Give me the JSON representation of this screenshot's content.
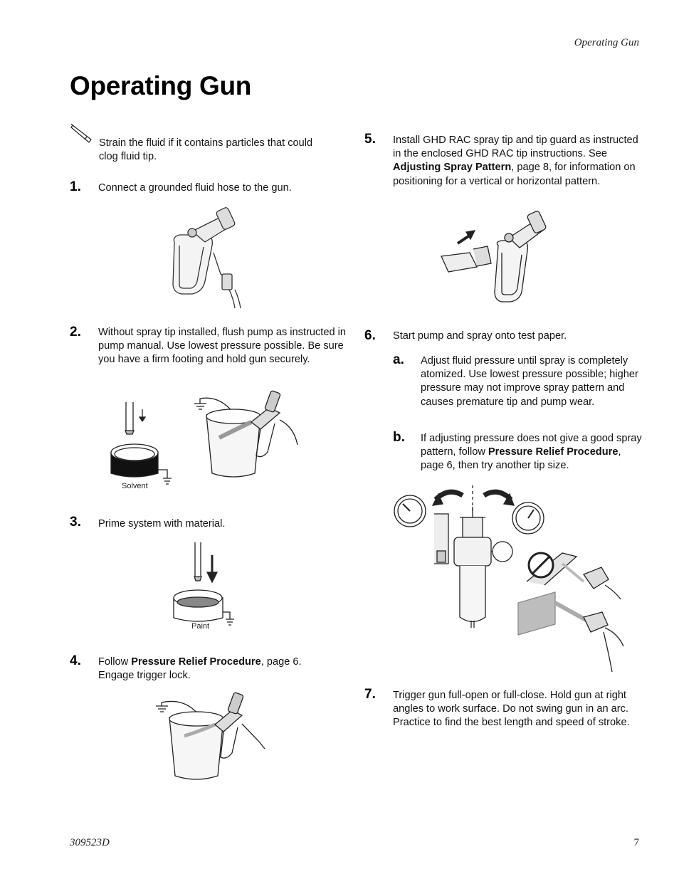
{
  "header": {
    "running_title": "Operating Gun"
  },
  "page_title": "Operating Gun",
  "note": {
    "icon": "pencil-icon",
    "text": "Strain the fluid if it contains particles that could clog fluid tip."
  },
  "steps": [
    {
      "number": "1.",
      "text": "Connect a grounded fluid hose to the gun."
    },
    {
      "number": "2.",
      "text": "Without spray tip installed, flush pump as instructed in pump manual. Use lowest pressure possible. Be sure you have a firm footing and hold gun securely.",
      "figure_label": "Solvent"
    },
    {
      "number": "3.",
      "text": "Prime system with material.",
      "figure_label": "Paint"
    },
    {
      "number": "4.",
      "text_before": "Follow ",
      "bold": "Pressure Relief Procedure",
      "text_after": ", page 6. Engage trigger lock."
    },
    {
      "number": "5.",
      "text_before": "Install GHD RAC spray tip and tip guard as instructed in the enclosed GHD RAC tip instructions. See ",
      "bold": "Adjusting Spray Pattern",
      "text_after": ", page 8, for information on positioning for a vertical or horizontal pattern."
    },
    {
      "number": "6.",
      "text": "Start pump and spray onto test paper.",
      "substeps": [
        {
          "letter": "a.",
          "text": "Adjust fluid pressure until spray is completely atomized. Use lowest pressure possible; higher pressure may not improve spray pattern and causes premature tip and pump wear."
        },
        {
          "letter": "b.",
          "text_before": "If adjusting pressure does not give a good spray pattern, follow ",
          "bold": "Pressure Relief Procedure",
          "text_after": ", page 6, then try another tip size."
        }
      ]
    },
    {
      "number": "7.",
      "text": "Trigger gun full-open or full-close. Hold gun at right angles to work surface. Do not swing gun in an arc. Practice to find the best length and speed of stroke."
    }
  ],
  "footer": {
    "doc_number": "309523D",
    "page_number": "7"
  }
}
